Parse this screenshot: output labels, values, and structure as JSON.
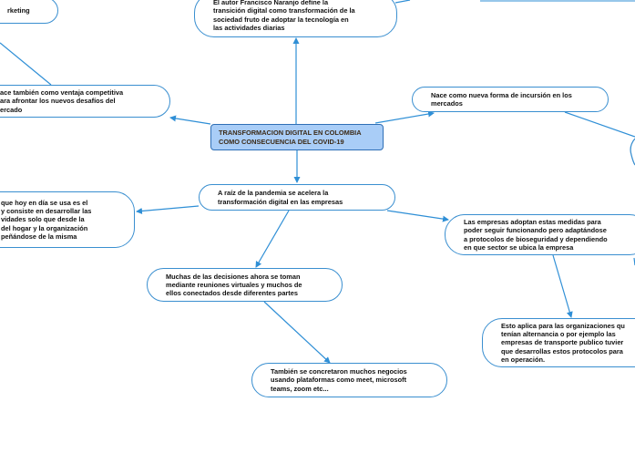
{
  "nodes": {
    "root": "TRANSFORMACION DIGITAL EN COLOMBIA\nCOMO CONSECUENCIA DEL COVID-19",
    "top_center": "El autor Francisco Naranjo define la\ntransición digital como transformación de la\nsociedad fruto de adoptar la tecnología en\nlas actividades diarias",
    "top_left": "rketing",
    "left_mid": "ace también como ventaja competitiva\nara afrontar los nuevos desafíos del\nercado",
    "right_mid": "Nace como nueva forma de incursión en los\nmercados",
    "center_mid": "A raíz de la pandemia se acelera la\ntransformación digital en las empresas",
    "left_lower": "que hoy en día se usa es el\ny consiste en desarrollar las\nvidades solo que desde la\ndel hogar y la organización\npeñándose de la misma",
    "right_lower": "Las empresas adoptan estas medidas para\npoder seguir funcionando pero adaptándose\na protocolos de bioseguridad y dependiendo\nen que sector se ubica la empresa",
    "center_lower": "Muchas de las decisiones ahora se toman\nmediante reuniones virtuales y muchos de\nellos conectados desde diferentes partes",
    "bottom_center": "También se concretaron muchos negocios\nusando plataformas como meet, microsoft\nteams, zoom etc...",
    "bottom_right": "Esto aplica para las organizaciones qu\ntenían alternancia o por ejemplo las\nempresas de transporte publico tuvier\nque desarrollas estos protocolos para\nen operación."
  },
  "colors": {
    "root_fill": "#a9cdf7",
    "node_border": "#3a8fd0",
    "connector": "#2f8fd6",
    "root_text": "#3b2a16"
  }
}
